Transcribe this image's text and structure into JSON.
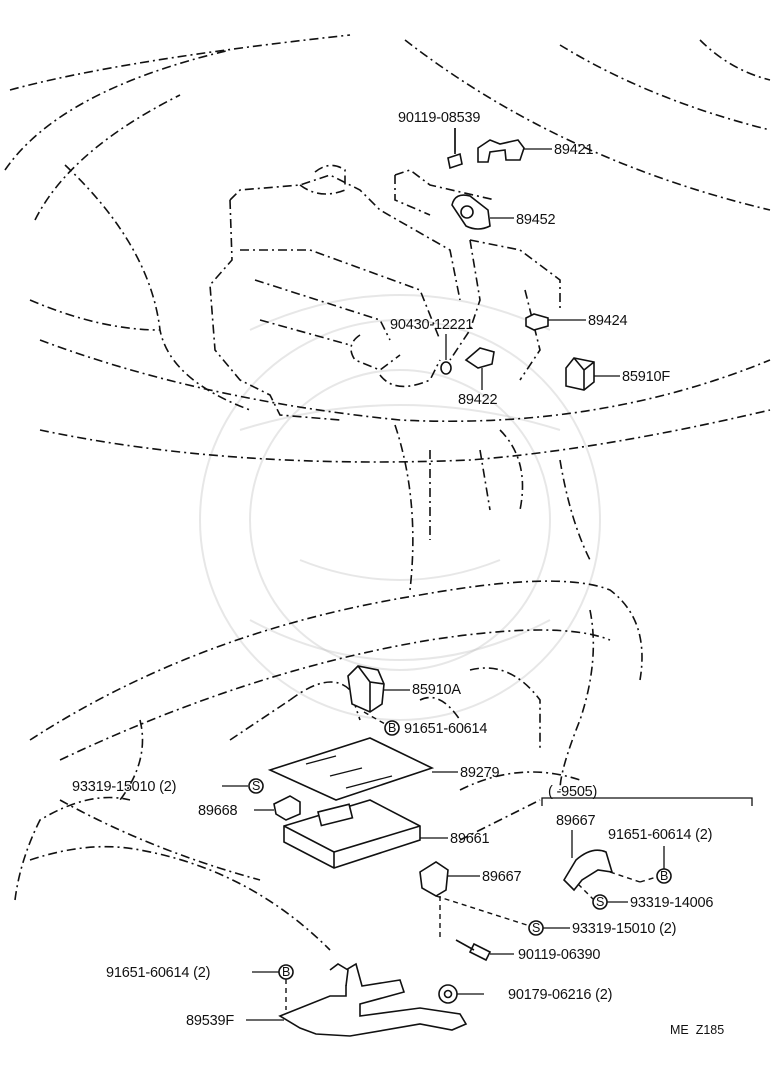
{
  "diagram": {
    "code": "ME  Z185",
    "range_note": "(      -9505)",
    "labels": {
      "p90119_08539": "90119-08539",
      "p89421": "89421",
      "p89452": "89452",
      "p90430_12221": "90430-12221",
      "p89424": "89424",
      "p89422": "89422",
      "p85910F": "85910F",
      "p85910A": "85910A",
      "p91651_60614_a": "91651-60614",
      "p93319_15010_a": "93319-15010 (2)",
      "p89279": "89279",
      "p89668": "89668",
      "p89661": "89661",
      "p89667_a": "89667",
      "p93319_15010_b": "93319-15010 (2)",
      "p90119_06390": "90119-06390",
      "p91651_60614_b": "91651-60614 (2)",
      "p90179_06216": "90179-06216 (2)",
      "p89539F": "89539F",
      "p89667_b": "89667",
      "p91651_60614_c": "91651-60614 (2)",
      "p93319_14006": "93319-14006"
    },
    "symbols": {
      "s": "S",
      "b": "B"
    }
  }
}
